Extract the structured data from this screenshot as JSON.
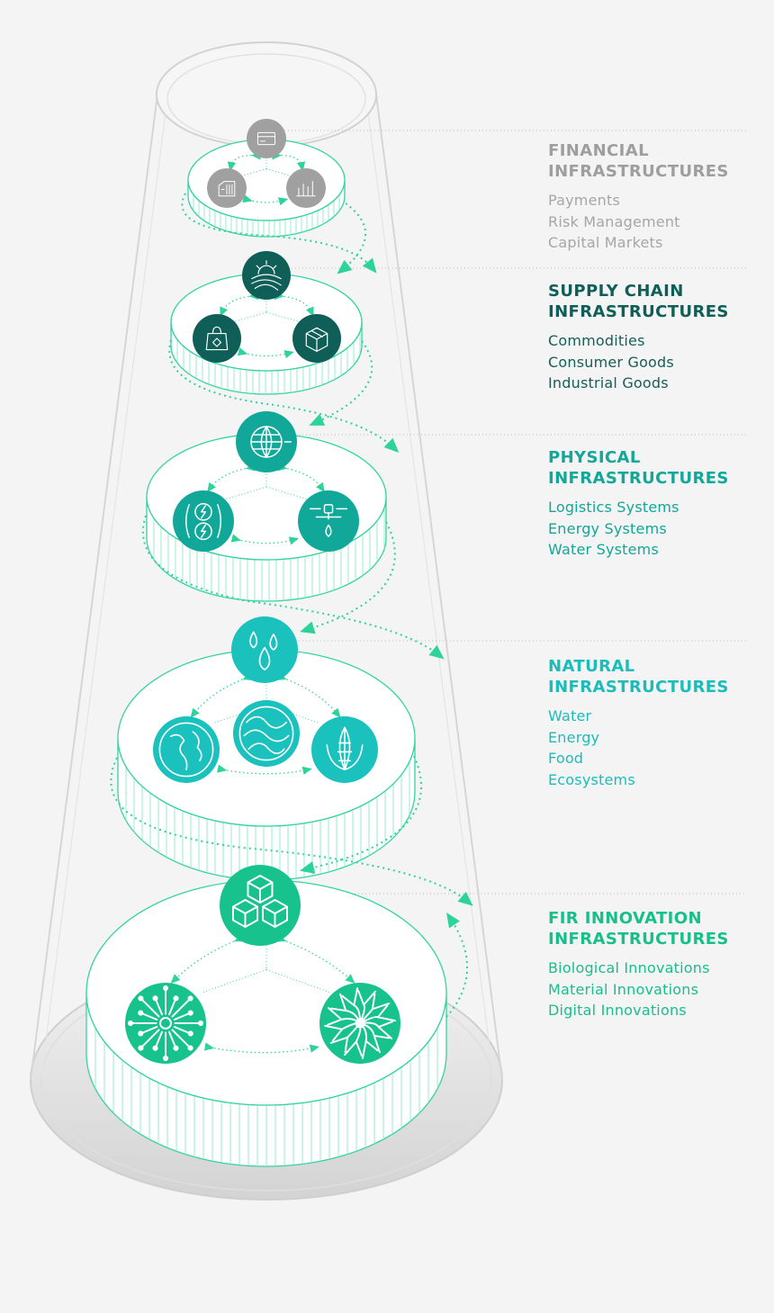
{
  "colors": {
    "background": "#f4f4f4",
    "financial": "#a0a0a0",
    "supply_chain": "#0f5f58",
    "physical": "#11a799",
    "natural": "#1bc1bd",
    "innovation": "#17c28d",
    "connector": "#2ed39c"
  },
  "layers": [
    {
      "id": "financial",
      "title_line1": "FINANCIAL",
      "title_line2": "INFRASTRUCTURES",
      "items": [
        "Payments",
        "Risk Management",
        "Capital Markets"
      ],
      "icons": [
        "credit-card-icon",
        "building-icon",
        "bar-chart-icon"
      ]
    },
    {
      "id": "supply_chain",
      "title_line1": "SUPPLY CHAIN",
      "title_line2": "INFRASTRUCTURES",
      "items": [
        "Commodities",
        "Consumer Goods",
        "Industrial Goods"
      ],
      "icons": [
        "sunrise-field-icon",
        "shopping-bag-icon",
        "package-box-icon"
      ]
    },
    {
      "id": "physical",
      "title_line1": "PHYSICAL",
      "title_line2": "INFRASTRUCTURES",
      "items": [
        "Logistics Systems",
        "Energy Systems",
        "Water Systems"
      ],
      "icons": [
        "globe-icon",
        "energy-bolts-icon",
        "water-tap-icon"
      ]
    },
    {
      "id": "natural",
      "title_line1": "NATURAL",
      "title_line2": "INFRASTRUCTURES",
      "items": [
        "Water",
        "Energy",
        "Food",
        "Ecosystems"
      ],
      "icons": [
        "water-drops-icon",
        "earth-continents-icon",
        "energy-waves-icon",
        "corn-icon"
      ]
    },
    {
      "id": "innovation",
      "title_line1": "FIR INNOVATION",
      "title_line2": "INFRASTRUCTURES",
      "items": [
        "Biological Innovations",
        "Material Innovations",
        "Digital Innovations"
      ],
      "icons": [
        "cubes-icon",
        "network-burst-icon",
        "neuron-icon"
      ]
    }
  ]
}
